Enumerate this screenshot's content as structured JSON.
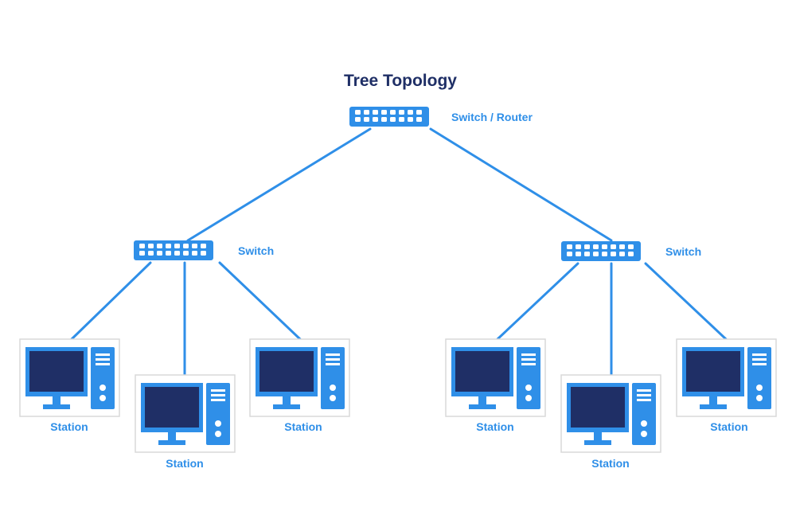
{
  "title": "Tree Topology",
  "colors": {
    "accent": "#2f8fe8",
    "screen": "#1f2f66",
    "title": "#1f2f66",
    "label": "#2f8fe8",
    "box_border": "#d9d9d9"
  },
  "root_switch": {
    "label": "Switch / Router",
    "icon": "switch-icon"
  },
  "branches": [
    {
      "switch": {
        "label": "Switch",
        "icon": "switch-icon"
      },
      "stations": [
        {
          "label": "Station",
          "icon": "computer-icon"
        },
        {
          "label": "Station",
          "icon": "computer-icon"
        },
        {
          "label": "Station",
          "icon": "computer-icon"
        }
      ]
    },
    {
      "switch": {
        "label": "Switch",
        "icon": "switch-icon"
      },
      "stations": [
        {
          "label": "Station",
          "icon": "computer-icon"
        },
        {
          "label": "Station",
          "icon": "computer-icon"
        },
        {
          "label": "Station",
          "icon": "computer-icon"
        }
      ]
    }
  ]
}
